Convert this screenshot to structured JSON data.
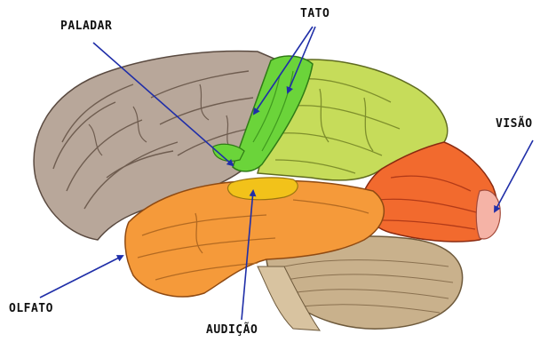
{
  "labels": {
    "paladar": "PALADAR",
    "tato": "TATO",
    "visao": "VISÃO",
    "olfato": "OLFATO",
    "audicao": "AUDIÇÃO"
  },
  "regions": [
    {
      "id": "frontal",
      "color": "#b8a79a"
    },
    {
      "id": "tato-strip",
      "color": "#6bd43a"
    },
    {
      "id": "parietal",
      "color": "#c6dc5a"
    },
    {
      "id": "occipital",
      "color": "#f26a2e"
    },
    {
      "id": "visual",
      "color": "#f5b3a6"
    },
    {
      "id": "temporal",
      "color": "#f59a3a"
    },
    {
      "id": "audicao-area",
      "color": "#f2c21a"
    },
    {
      "id": "cerebellum",
      "color": "#c9b18c"
    }
  ],
  "arrow_color": "#1f2ea8"
}
